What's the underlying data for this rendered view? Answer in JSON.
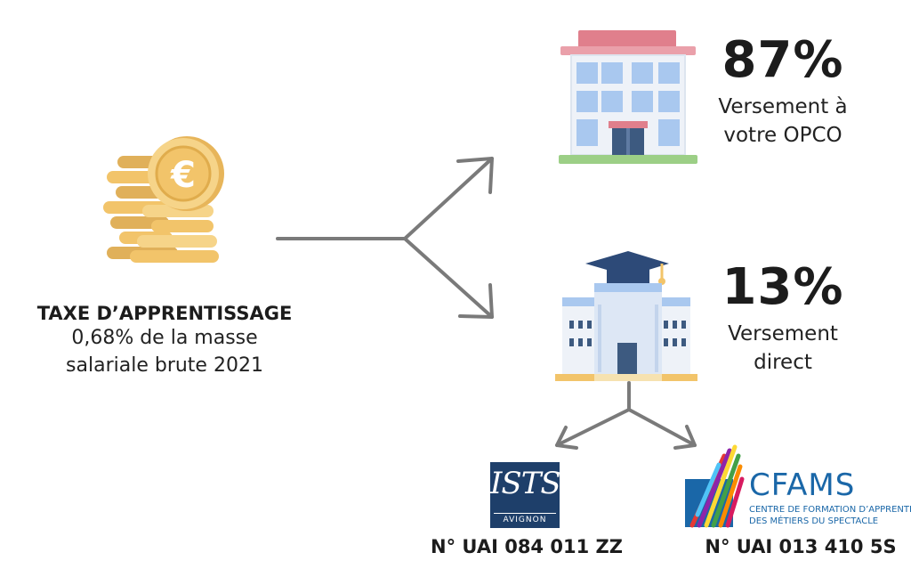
{
  "tax": {
    "title": "TAXE D’APPRENTISSAGE",
    "line1": "0,68% de la masse",
    "line2": "salariale brute 2021",
    "coin_symbol": "€"
  },
  "opco": {
    "percent": "87%",
    "line1": "Versement à",
    "line2": "votre OPCO",
    "icon": "office-building-icon"
  },
  "direct": {
    "percent": "13%",
    "line1": "Versement",
    "line2": "direct",
    "icon": "school-building-icon"
  },
  "ists": {
    "logo_letters": "ISTS",
    "logo_city": "AVIGNON",
    "uai": "N° UAI 084 011 ZZ"
  },
  "cfams": {
    "logo_name": "CFAMS",
    "logo_tagline1": "CENTRE DE FORMATION D’APPRENTIS",
    "logo_tagline2": "DES MÉTIERS DU SPECTACLE",
    "uai": "N° UAI 013 410 5S"
  },
  "colors": {
    "arrow": "#7a7a7a",
    "gold": "#f2c46a",
    "building_roof": "#e07f8c",
    "window": "#a9c8ef",
    "cap": "#2d4a78",
    "cfams_blue": "#1a67a8"
  }
}
